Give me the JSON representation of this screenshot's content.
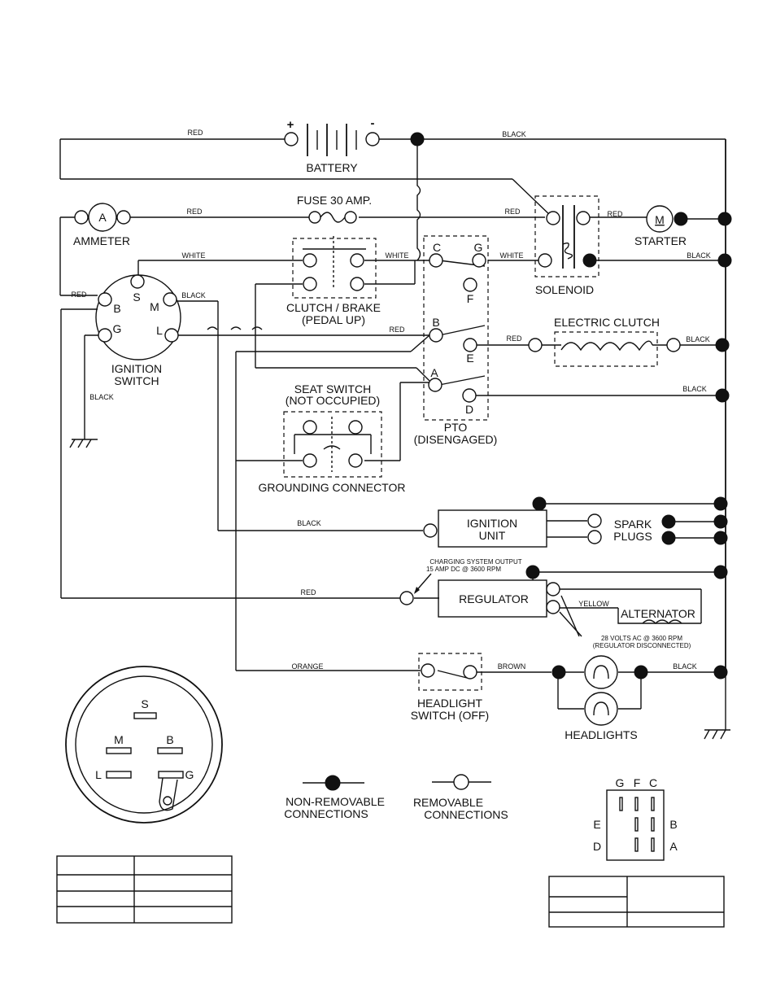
{
  "wires": {
    "red": "RED",
    "black": "BLACK",
    "white": "WHITE",
    "yellow": "YELLOW",
    "orange": "ORANGE",
    "brown": "BROWN"
  },
  "components": {
    "battery": "BATTERY",
    "battery_plus": "+",
    "battery_minus": "-",
    "fuse": "FUSE 30 AMP.",
    "ammeter": "AMMETER",
    "ammeter_symbol": "A",
    "starter": "STARTER",
    "starter_symbol": "M",
    "solenoid": "SOLENOID",
    "clutch_brake_1": "CLUTCH / BRAKE",
    "clutch_brake_2": "(PEDAL UP)",
    "pto_1": "PTO",
    "pto_2": "(DISENGAGED)",
    "electric_clutch": "ELECTRIC CLUTCH",
    "ignition_switch_1": "IGNITION",
    "ignition_switch_2": "SWITCH",
    "seat_switch_1": "SEAT SWITCH",
    "seat_switch_2": "(NOT OCCUPIED)",
    "grounding_connector": "GROUNDING CONNECTOR",
    "ignition_unit_1": "IGNITION",
    "ignition_unit_2": "UNIT",
    "spark_plugs_1": "SPARK",
    "spark_plugs_2": "PLUGS",
    "regulator": "REGULATOR",
    "alternator": "ALTERNATOR",
    "charging_1": "CHARGING SYSTEM OUTPUT",
    "charging_2": "15 AMP DC @ 3600 RPM",
    "alt_volts_1": "28 VOLTS AC @ 3600 RPM",
    "alt_volts_2": "(REGULATOR DISCONNECTED)",
    "headlight_switch_1": "HEADLIGHT",
    "headlight_switch_2": "SWITCH (OFF)",
    "headlights": "HEADLIGHTS"
  },
  "terminals": {
    "s": "S",
    "b": "B",
    "m": "M",
    "g": "G",
    "l": "L",
    "pto_c": "C",
    "pto_g": "G",
    "pto_f": "F",
    "pto_b": "B",
    "pto_e": "E",
    "pto_a": "A",
    "pto_d": "D"
  },
  "legend": {
    "non_removable_1": "NON-REMOVABLE",
    "non_removable_2": "CONNECTIONS",
    "removable_1": "REMOVABLE",
    "removable_2": "CONNECTIONS"
  },
  "ignition_face": {
    "s": "S",
    "m": "M",
    "b": "B",
    "l": "L",
    "g": "G",
    "caption": "IGNITION SWITCH"
  },
  "pto_face": {
    "g": "G",
    "f": "F",
    "c": "C",
    "e": "E",
    "b": "B",
    "d": "D",
    "a": "A"
  }
}
